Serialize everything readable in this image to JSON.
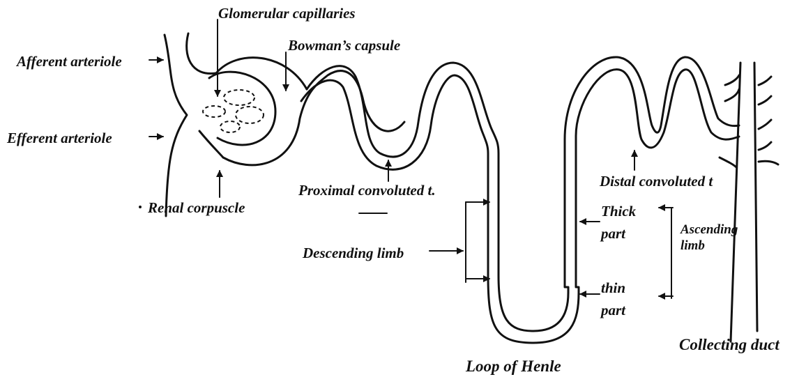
{
  "labels": {
    "glomerular_capillaries": "Glomerular capillaries",
    "bowmans_capsule": "Bowman’s capsule",
    "afferent_arteriole": "Afferent arteriole",
    "efferent_arteriole": "Efferent arteriole",
    "renal_corpuscle": "Renal corpuscle",
    "proximal_convoluted": "Proximal convoluted t.",
    "distal_convoluted": "Distal convoluted t",
    "descending_limb": "Descending limb",
    "thick": "Thick",
    "thick_part": "part",
    "thin": "thin",
    "thin_part": "part",
    "ascending": "Ascending",
    "ascending_limb": "limb",
    "collecting_duct": "Collecting duct",
    "loop_of_henle": "Loop of Henle"
  },
  "colors": {
    "ink": "#111111",
    "background": "#ffffff"
  }
}
